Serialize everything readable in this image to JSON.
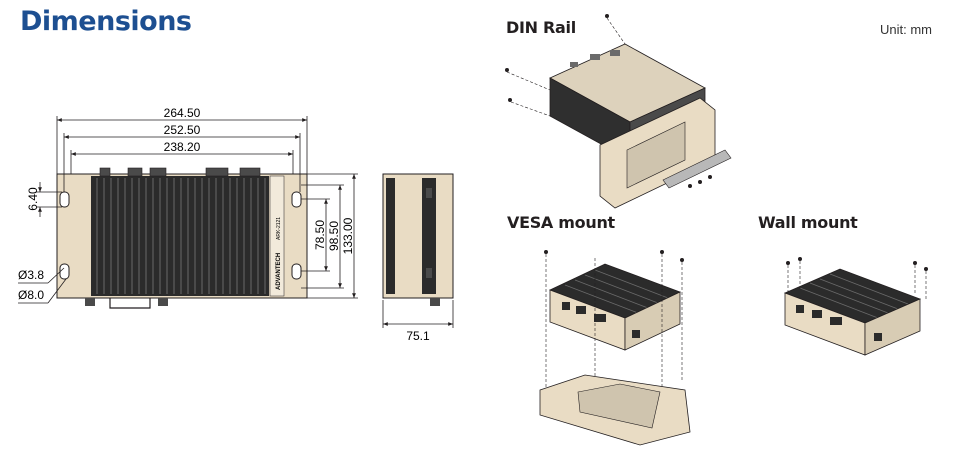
{
  "header": {
    "title": "Dimensions",
    "unit": "Unit: mm"
  },
  "sections": {
    "din_rail": "DIN Rail",
    "vesa": "VESA mount",
    "wall": "Wall mount"
  },
  "front_view": {
    "width_outer": "264.50",
    "width_mid": "252.50",
    "width_inner": "238.20",
    "height_inner": "78.50",
    "height_mid": "98.50",
    "height_outer": "133.00",
    "slot_height": "6.40",
    "hole_small": "Ø3.8",
    "hole_large": "Ø8.0",
    "logo_text": "ADVANTECH",
    "model_text": "ARK-2121"
  },
  "side_view": {
    "depth": "75.1"
  },
  "colors": {
    "title": "#1d4f91",
    "chassis": "#e9dcc4",
    "fin": "#2b2b2b",
    "line": "#231f20"
  }
}
